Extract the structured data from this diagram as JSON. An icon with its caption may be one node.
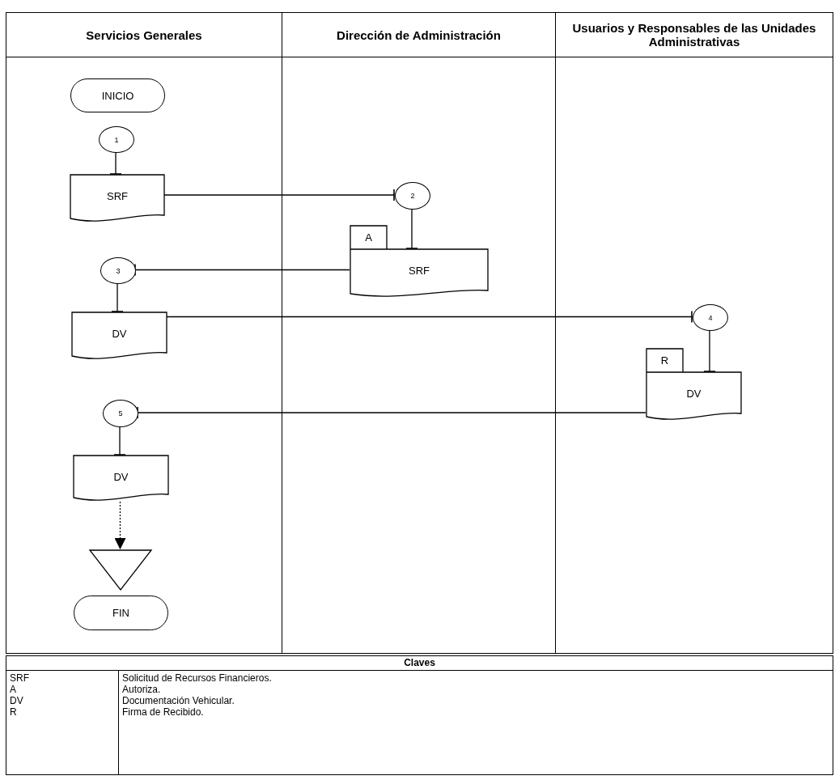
{
  "diagram": {
    "nodes": [
      {
        "text": [
          "Servicios Generales"
        ]
      },
      {
        "text": [
          "Dirección de Administración"
        ]
      },
      {
        "text": [
          "Usuarios y Responsables de las Unidades Administrativas"
        ]
      },
      {
        "text": [
          "INICIO"
        ],
        "in": 0
      },
      {
        "text": [
          "1"
        ],
        "in": 0
      },
      {
        "text": [
          "SRF"
        ],
        "in": 0
      },
      {
        "text": [
          "2"
        ],
        "in": 1
      },
      {
        "text": [
          "A",
          "SRF"
        ],
        "in": 1
      },
      {
        "text": [
          "3"
        ],
        "in": 0
      },
      {
        "text": [
          "DV"
        ],
        "in": 0
      },
      {
        "text": [
          "4"
        ],
        "in": 2
      },
      {
        "text": [
          "R",
          "DV"
        ],
        "in": 2
      },
      {
        "text": [
          "5"
        ],
        "in": 0
      },
      {
        "text": [
          "DV"
        ],
        "in": 0
      },
      {
        "text": [],
        "shape": "triangle",
        "in": 0
      },
      {
        "text": [
          "FIN"
        ],
        "in": 0
      }
    ],
    "edges": [
      {
        "from": 4,
        "to": 5,
        "arrow": "other"
      },
      {
        "from": 5,
        "to": 6,
        "arrow": "other"
      },
      {
        "from": 6,
        "to": 7,
        "arrow": "other"
      },
      {
        "from": 7,
        "to": 8,
        "arrow": "other"
      },
      {
        "from": 8,
        "to": 9,
        "arrow": "other"
      },
      {
        "from": 9,
        "to": 10,
        "arrow": "other"
      },
      {
        "from": 10,
        "to": 11,
        "arrow": "other"
      },
      {
        "from": 11,
        "to": 12,
        "arrow": "other"
      },
      {
        "from": 12,
        "to": 13,
        "arrow": "other"
      },
      {
        "from": 13,
        "to": 14,
        "arrow": "to",
        "style": "dashed"
      }
    ],
    "labels": [
      "Claves",
      "SRF",
      "Solicitud de Recursos Financieros.",
      "A",
      "Autoriza.",
      "DV",
      "Documentación Vehicular.",
      "R",
      "Firma de Recibido."
    ]
  }
}
